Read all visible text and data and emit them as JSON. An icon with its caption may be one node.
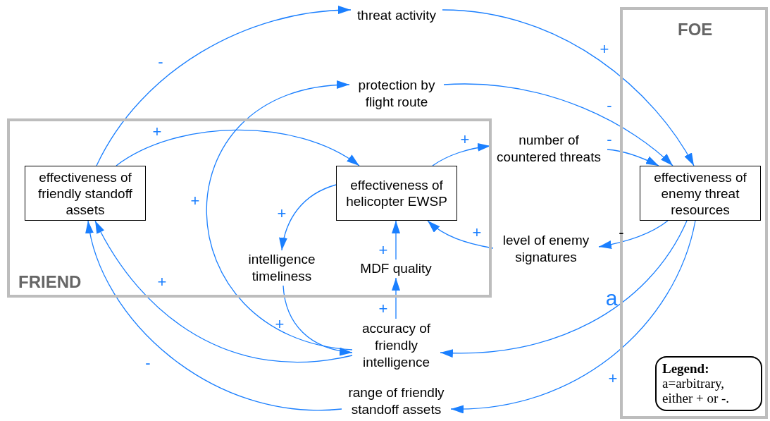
{
  "diagram": {
    "nodes": [
      {
        "text": [
          "FRIEND"
        ]
      },
      {
        "text": [
          "FOE"
        ]
      },
      {
        "text": [
          "effectiveness of friendly standoff assets"
        ],
        "in": 0
      },
      {
        "text": [
          "effectiveness of helicopter EWSP"
        ],
        "in": 0
      },
      {
        "text": [
          "intelligence timeliness"
        ],
        "in": 0
      },
      {
        "text": [
          "MDF quality"
        ],
        "in": 0
      },
      {
        "text": [
          "effectiveness of enemy threat resources"
        ],
        "in": 1
      },
      {
        "text": [
          "threat activity"
        ]
      },
      {
        "text": [
          "protection by flight route"
        ]
      },
      {
        "text": [
          "number of countered threats"
        ]
      },
      {
        "text": [
          "level of enemy signatures"
        ]
      },
      {
        "text": [
          "accuracy of friendly intelligence"
        ]
      },
      {
        "text": [
          "range of friendly standoff assets"
        ]
      },
      {
        "text": [
          "Legend:",
          "a=arbitrary, either + or -."
        ],
        "in": 1
      }
    ],
    "edges": [
      {
        "from": 2,
        "to": 7,
        "arrow": "to",
        "label": "-"
      },
      {
        "from": 2,
        "to": 3,
        "arrow": "to",
        "label": "+"
      },
      {
        "from": 11,
        "to": 8,
        "arrow": "to",
        "label": "+"
      },
      {
        "from": 7,
        "to": 6,
        "arrow": "to",
        "label": "+"
      },
      {
        "from": 8,
        "to": 6,
        "arrow": "to",
        "label": "-"
      },
      {
        "from": 9,
        "to": 6,
        "arrow": "to",
        "label": "-"
      },
      {
        "from": 3,
        "to": 9,
        "arrow": "to",
        "label": "+"
      },
      {
        "from": 3,
        "to": 4,
        "arrow": "to",
        "label": "+"
      },
      {
        "from": 5,
        "to": 3,
        "arrow": "to",
        "label": "+"
      },
      {
        "from": 10,
        "to": 3,
        "arrow": "to",
        "label": "+"
      },
      {
        "from": 6,
        "to": 10,
        "arrow": "to",
        "label": "-"
      },
      {
        "from": 11,
        "to": 5,
        "arrow": "to",
        "label": "+"
      },
      {
        "from": 4,
        "to": 11,
        "arrow": "to",
        "label": "+"
      },
      {
        "from": 11,
        "to": 2,
        "arrow": "to",
        "label": "+"
      },
      {
        "from": 12,
        "to": 2,
        "arrow": "to",
        "label": "-"
      },
      {
        "from": 6,
        "to": 11,
        "arrow": "to",
        "label": "a"
      },
      {
        "from": 6,
        "to": 12,
        "arrow": "to",
        "label": "+"
      }
    ]
  }
}
